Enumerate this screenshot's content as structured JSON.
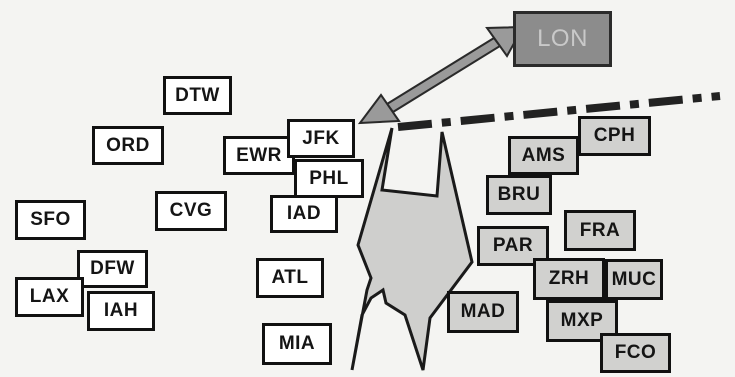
{
  "diagram": {
    "hub": {
      "label": "LON"
    },
    "us_airports": [
      {
        "id": "dtw",
        "label": "DTW"
      },
      {
        "id": "ord",
        "label": "ORD"
      },
      {
        "id": "ewr",
        "label": "EWR"
      },
      {
        "id": "jfk",
        "label": "JFK"
      },
      {
        "id": "phl",
        "label": "PHL"
      },
      {
        "id": "iad",
        "label": "IAD"
      },
      {
        "id": "cvg",
        "label": "CVG"
      },
      {
        "id": "sfo",
        "label": "SFO"
      },
      {
        "id": "dfw",
        "label": "DFW"
      },
      {
        "id": "lax",
        "label": "LAX"
      },
      {
        "id": "iah",
        "label": "IAH"
      },
      {
        "id": "atl",
        "label": "ATL"
      },
      {
        "id": "mia",
        "label": "MIA"
      }
    ],
    "eu_airports": [
      {
        "id": "cph",
        "label": "CPH"
      },
      {
        "id": "ams",
        "label": "AMS"
      },
      {
        "id": "bru",
        "label": "BRU"
      },
      {
        "id": "fra",
        "label": "FRA"
      },
      {
        "id": "par",
        "label": "PAR"
      },
      {
        "id": "zrh",
        "label": "ZRH"
      },
      {
        "id": "muc",
        "label": "MUC"
      },
      {
        "id": "mad",
        "label": "MAD"
      },
      {
        "id": "mxp",
        "label": "MXP"
      },
      {
        "id": "fco",
        "label": "FCO"
      }
    ],
    "connector": {
      "from": "LON",
      "to": "JFK",
      "type": "double-arrow"
    },
    "colors": {
      "us_box_fill": "#ffffff",
      "eu_box_fill": "#d1d1cf",
      "hub_fill": "#8c8c8c",
      "arrow_fill": "#9a9a9a",
      "ocean_fill": "#cfcfcd",
      "border": "#111111"
    }
  }
}
